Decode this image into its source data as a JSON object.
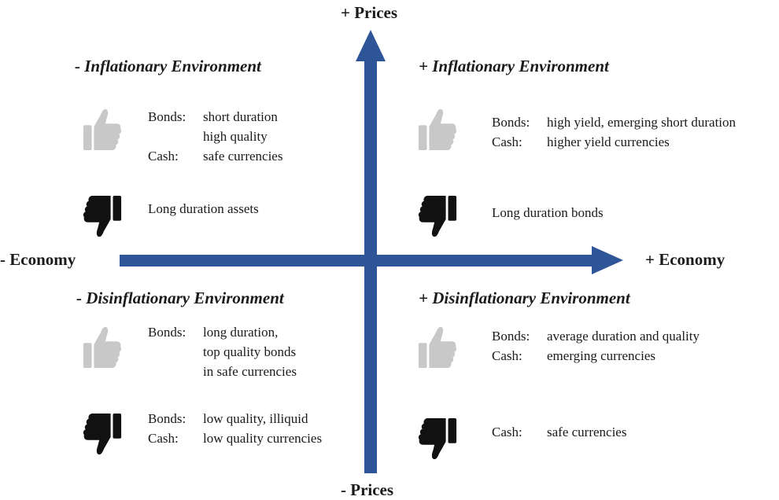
{
  "axes": {
    "top": "+ Prices",
    "bottom": "- Prices",
    "left": "- Economy",
    "right": "+ Economy"
  },
  "colors": {
    "axis": "#2e5597",
    "thumb_up": "#c8c8c8",
    "thumb_down": "#111111"
  },
  "icons": {
    "favorable": "thumbs-up-icon",
    "unfavorable": "thumbs-down-icon"
  },
  "quadrants": {
    "top_left": {
      "title": "- Inflationary Environment",
      "favorable": [
        {
          "key": "Bonds:",
          "value": "short duration"
        },
        {
          "key": "",
          "value": "high quality"
        },
        {
          "key": "Cash:",
          "value": "safe currencies"
        }
      ],
      "unfavorable": [
        {
          "key": "",
          "value": "Long duration assets"
        }
      ]
    },
    "top_right": {
      "title": "+ Inflationary Environment",
      "favorable": [
        {
          "key": "Bonds:",
          "value": "high yield, emerging short duration"
        },
        {
          "key": "Cash:",
          "value": "higher yield currencies"
        }
      ],
      "unfavorable": [
        {
          "key": "",
          "value": "Long duration bonds"
        }
      ]
    },
    "bottom_left": {
      "title": "- Disinflationary Environment",
      "favorable": [
        {
          "key": "Bonds:",
          "value": "long duration,"
        },
        {
          "key": "",
          "value": "top quality bonds"
        },
        {
          "key": "",
          "value": "in safe currencies"
        }
      ],
      "unfavorable": [
        {
          "key": "Bonds:",
          "value": "low quality, illiquid"
        },
        {
          "key": "Cash:",
          "value": "low quality currencies"
        }
      ]
    },
    "bottom_right": {
      "title": "+ Disinflationary Environment",
      "favorable": [
        {
          "key": "Bonds:",
          "value": "average duration and quality"
        },
        {
          "key": "Cash:",
          "value": "emerging currencies"
        }
      ],
      "unfavorable": [
        {
          "key": "Cash:",
          "value": "safe currencies"
        }
      ]
    }
  }
}
